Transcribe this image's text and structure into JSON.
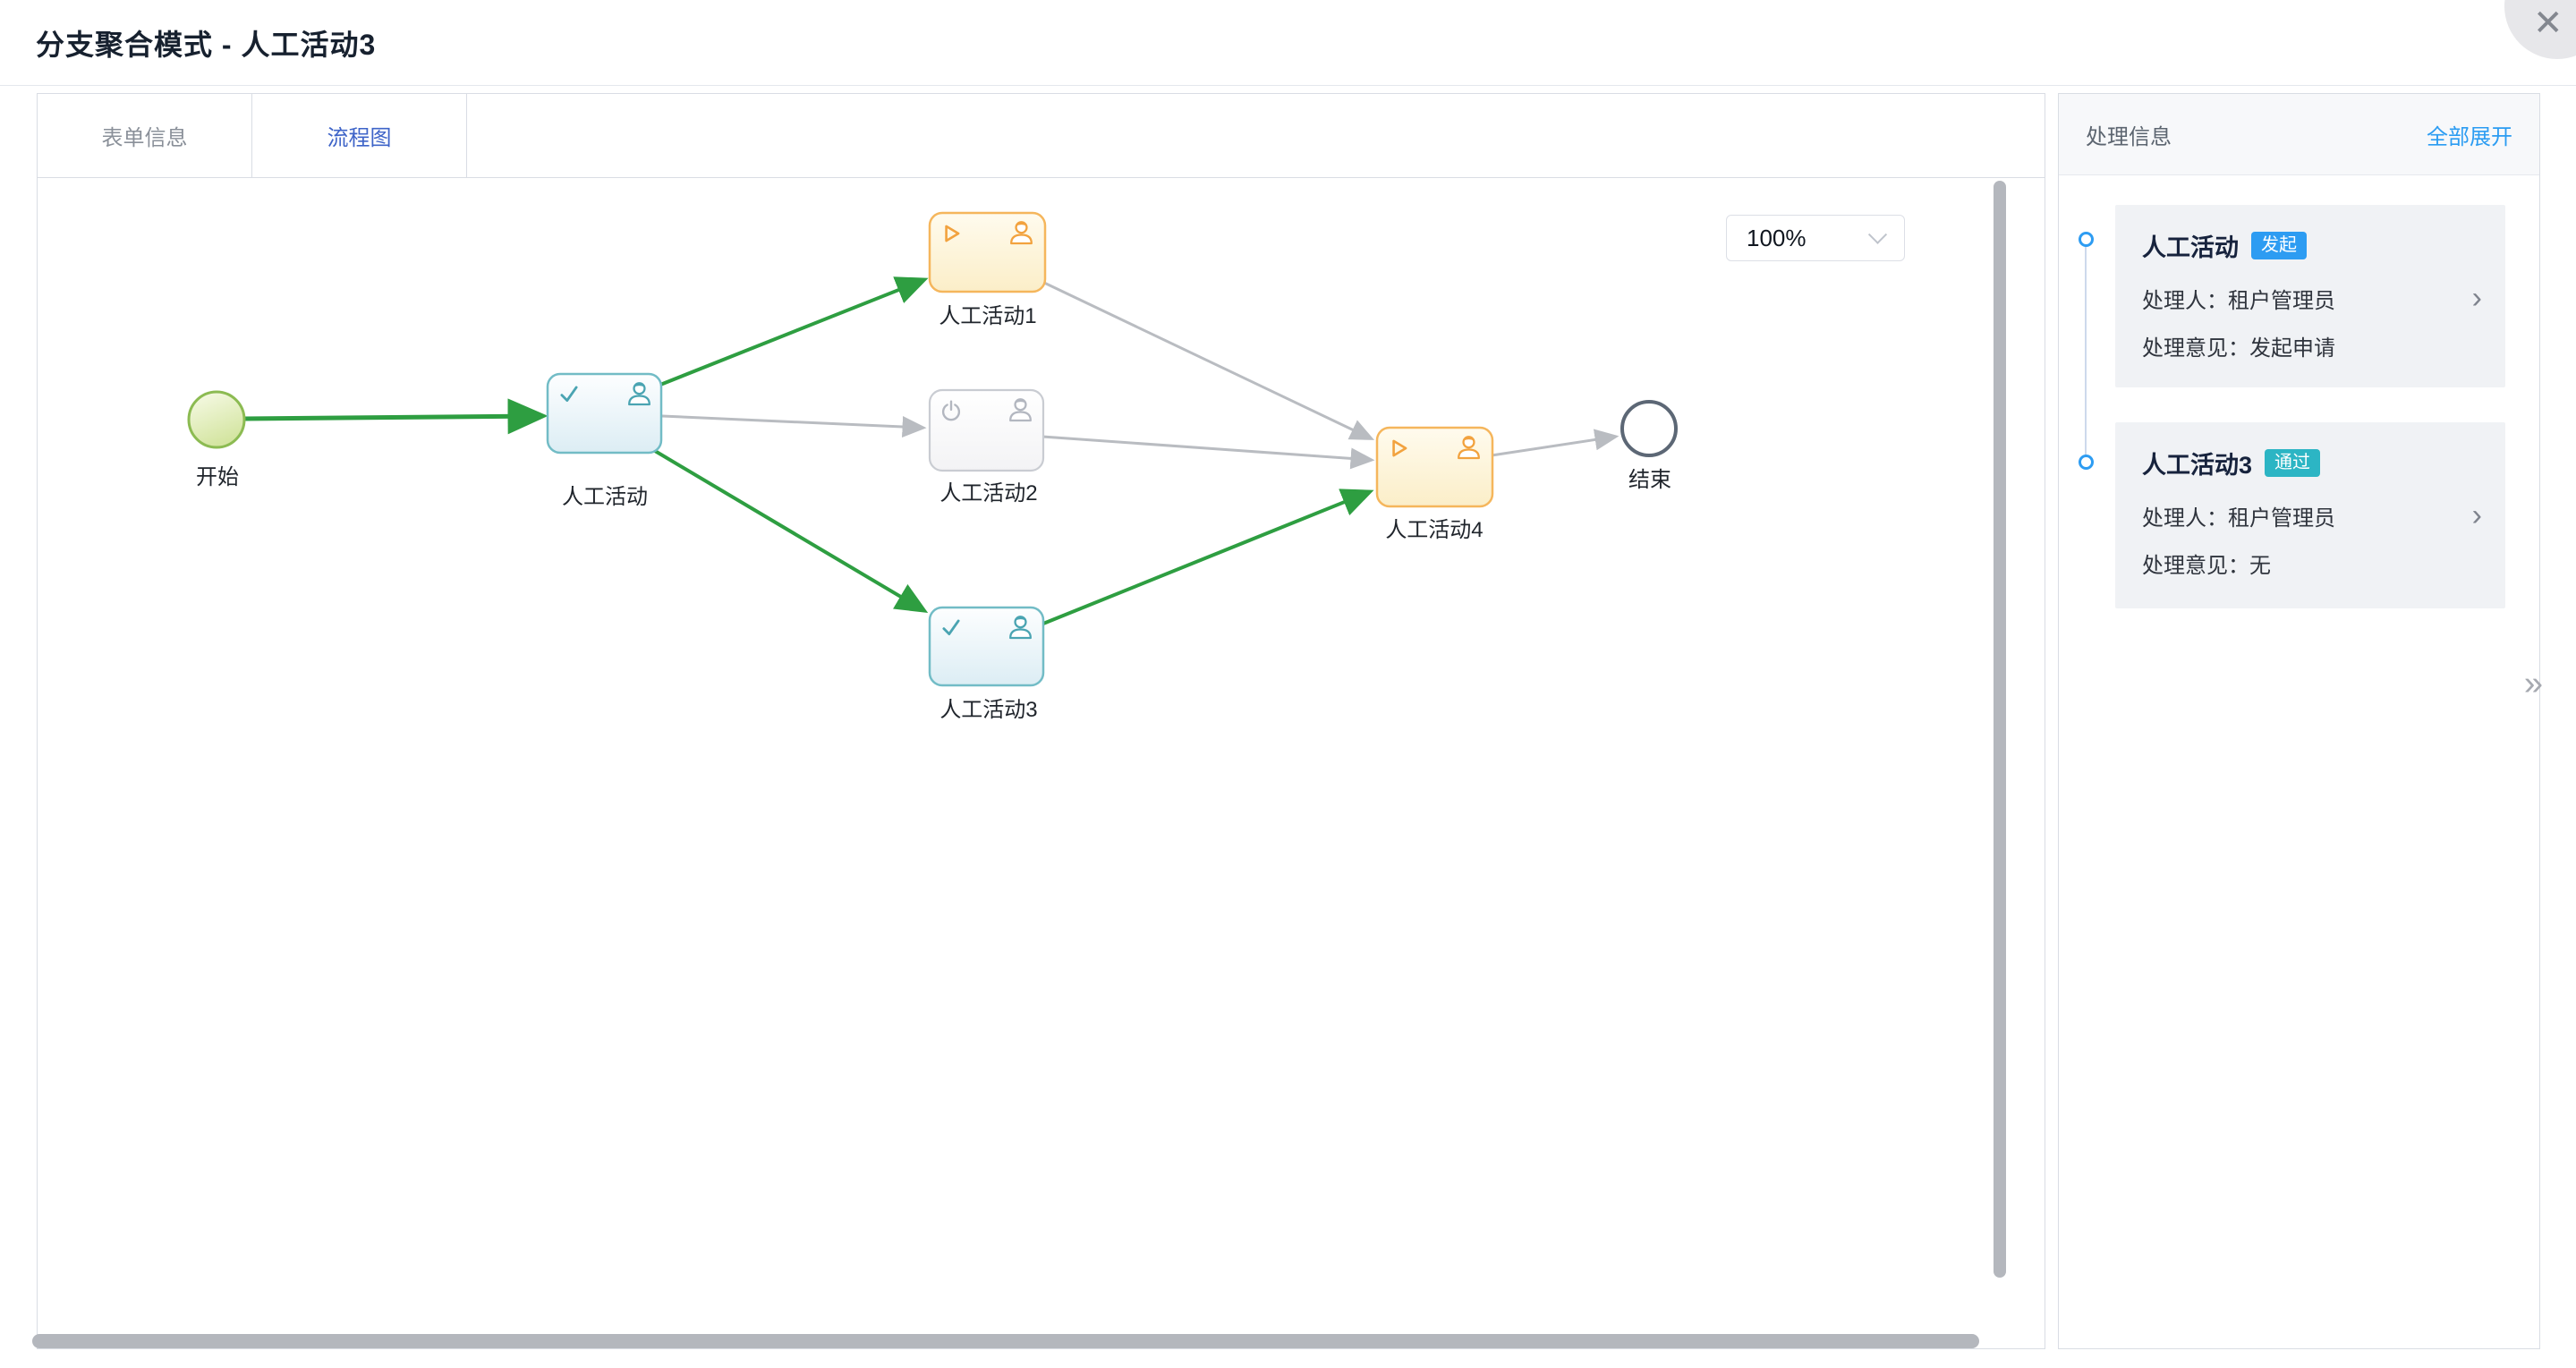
{
  "window": {
    "title": "分支聚合模式 - 人工活动3",
    "close_glyph": "✕"
  },
  "tabs": [
    {
      "label": "表单信息",
      "active": false
    },
    {
      "label": "流程图",
      "active": true
    }
  ],
  "canvas": {
    "zoom_value": "100%"
  },
  "flowchart": {
    "nodes": [
      {
        "id": "start",
        "label": "开始",
        "type": "start-event",
        "status": "completed"
      },
      {
        "id": "activity",
        "label": "人工活动",
        "type": "user-task",
        "status": "completed",
        "icons": [
          "check-icon",
          "user-icon"
        ]
      },
      {
        "id": "activity1",
        "label": "人工活动1",
        "type": "user-task",
        "status": "in-progress",
        "icons": [
          "play-icon",
          "user-icon"
        ]
      },
      {
        "id": "activity2",
        "label": "人工活动2",
        "type": "user-task",
        "status": "not-started",
        "icons": [
          "power-icon",
          "user-icon"
        ]
      },
      {
        "id": "activity3",
        "label": "人工活动3",
        "type": "user-task",
        "status": "completed",
        "icons": [
          "check-icon",
          "user-icon"
        ]
      },
      {
        "id": "activity4",
        "label": "人工活动4",
        "type": "user-task",
        "status": "in-progress",
        "icons": [
          "play-icon",
          "user-icon"
        ]
      },
      {
        "id": "end",
        "label": "结束",
        "type": "end-event",
        "status": "not-started"
      }
    ],
    "edges": [
      {
        "from": "start",
        "to": "activity",
        "status": "taken"
      },
      {
        "from": "activity",
        "to": "activity1",
        "status": "taken"
      },
      {
        "from": "activity",
        "to": "activity2",
        "status": "not-taken"
      },
      {
        "from": "activity",
        "to": "activity3",
        "status": "taken"
      },
      {
        "from": "activity1",
        "to": "activity4",
        "status": "not-taken"
      },
      {
        "from": "activity2",
        "to": "activity4",
        "status": "not-taken"
      },
      {
        "from": "activity3",
        "to": "activity4",
        "status": "taken"
      },
      {
        "from": "activity4",
        "to": "end",
        "status": "not-taken"
      }
    ],
    "colors": {
      "taken_edge": "#2e9e41",
      "untaken_edge": "#b9bcc1",
      "completed_node_border": "#72bcc6",
      "in_progress_node_border": "#f5b65c",
      "not_started_node_border": "#c9ccd2",
      "start_node_border": "#8cbb52",
      "end_node_border": "#5c6775"
    }
  },
  "process_panel": {
    "title": "处理信息",
    "expand_all_label": "全部展开",
    "collapse_glyph": "»",
    "items": [
      {
        "title": "人工活动",
        "badge": "发起",
        "badge_color": "#2d9cf2",
        "handler_label": "处理人：",
        "handler_value": "租户管理员",
        "opinion_label": "处理意见：",
        "opinion_value": "发起申请",
        "chevron_glyph": "›"
      },
      {
        "title": "人工活动3",
        "badge": "通过",
        "badge_color": "#2cb5c4",
        "handler_label": "处理人：",
        "handler_value": "租户管理员",
        "opinion_label": "处理意见：",
        "opinion_value": "无",
        "chevron_glyph": "›"
      }
    ]
  }
}
